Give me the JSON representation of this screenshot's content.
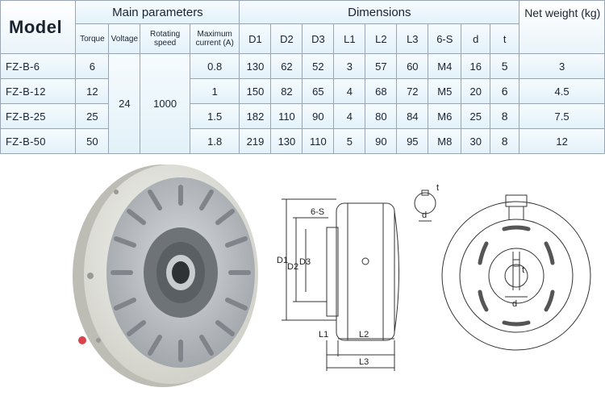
{
  "table": {
    "header": {
      "model": "Model",
      "main_parameters": "Main parameters",
      "dimensions": "Dimensions",
      "net_weight": "Net weight (kg)",
      "torque": "Torque",
      "voltage": "Voltage",
      "rotating_speed": "Rotating speed",
      "max_current": "Maximum current (A)",
      "d1": "D1",
      "d2": "D2",
      "d3": "D3",
      "l1": "L1",
      "l2": "L2",
      "l3": "L3",
      "six_s": "6-S",
      "d": "d",
      "t": "t"
    },
    "voltage_value": "24",
    "speed_value": "1000",
    "rows": [
      {
        "model": "FZ-B-6",
        "torque": "6",
        "current": "0.8",
        "d1": "130",
        "d2": "62",
        "d3": "52",
        "l1": "3",
        "l2": "57",
        "l3": "60",
        "s": "M4",
        "d": "16",
        "t": "5",
        "weight": "3"
      },
      {
        "model": "FZ-B-12",
        "torque": "12",
        "current": "1",
        "d1": "150",
        "d2": "82",
        "d3": "65",
        "l1": "4",
        "l2": "68",
        "l3": "72",
        "s": "M5",
        "d": "20",
        "t": "6",
        "weight": "4.5"
      },
      {
        "model": "FZ-B-25",
        "torque": "25",
        "current": "1.5",
        "d1": "182",
        "d2": "110",
        "d3": "90",
        "l1": "4",
        "l2": "80",
        "l3": "84",
        "s": "M6",
        "d": "25",
        "t": "8",
        "weight": "7.5"
      },
      {
        "model": "FZ-B-50",
        "torque": "50",
        "current": "1.8",
        "d1": "219",
        "d2": "130",
        "d3": "110",
        "l1": "5",
        "l2": "90",
        "l3": "95",
        "s": "M8",
        "d": "30",
        "t": "8",
        "weight": "12"
      }
    ]
  },
  "drawing_labels": {
    "six_s": "6-S",
    "d1": "D1",
    "d2": "D2",
    "d3": "D3",
    "l1": "L1",
    "l2": "L2",
    "l3": "L3",
    "t": "t",
    "d": "d"
  },
  "colors": {
    "header_bg": "#e2f1f9",
    "border": "#9aa6b4",
    "housing": "#e6e6e0",
    "fins": "#b9bdc1"
  },
  "icons": [
    "magnetic-powder-brake-photo",
    "technical-drawing"
  ]
}
